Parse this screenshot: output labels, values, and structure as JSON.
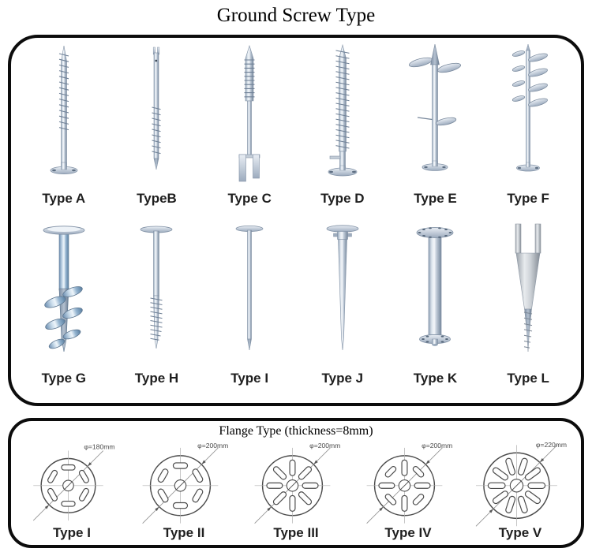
{
  "title": "Ground Screw Type",
  "screw_section": {
    "types": [
      {
        "label": "Type A"
      },
      {
        "label": "TypeB"
      },
      {
        "label": "Type C"
      },
      {
        "label": "Type D"
      },
      {
        "label": "Type E"
      },
      {
        "label": "Type F"
      },
      {
        "label": "Type G"
      },
      {
        "label": "Type H"
      },
      {
        "label": "Type I"
      },
      {
        "label": "Type J"
      },
      {
        "label": "Type K"
      },
      {
        "label": "Type L"
      }
    ]
  },
  "flange_section": {
    "title": "Flange Type (thickness=8mm)",
    "types": [
      {
        "label": "Type I",
        "diameter": "φ=180mm",
        "slot_count": 6,
        "slot_orientation": "tangential"
      },
      {
        "label": "Type II",
        "diameter": "φ=200mm",
        "slot_count": 6,
        "slot_orientation": "tangential"
      },
      {
        "label": "Type III",
        "diameter": "φ=200mm",
        "slot_count": 8,
        "slot_orientation": "radial"
      },
      {
        "label": "Type IV",
        "diameter": "φ=200mm",
        "slot_count": 8,
        "slot_orientation": "alternating"
      },
      {
        "label": "Type V",
        "diameter": "φ=220mm",
        "slot_count": 10,
        "slot_orientation": "radial"
      }
    ]
  },
  "colors": {
    "steel": "#aab6c6",
    "outline": "#0c0c0c",
    "drawing_line": "#4a4a4a"
  }
}
